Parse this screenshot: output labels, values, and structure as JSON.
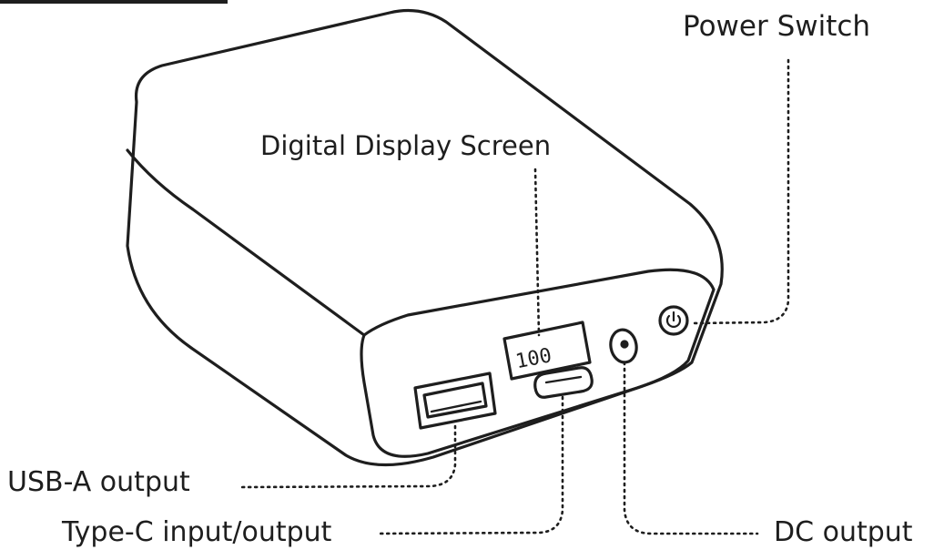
{
  "labels": {
    "power_switch": "Power Switch",
    "display_screen": "Digital Display Screen",
    "usb_a": "USB-A output",
    "type_c": "Type-C input/output",
    "dc": "DC output"
  },
  "display_readout": "100",
  "colors": {
    "line": "#1e1e1e",
    "background": "#ffffff"
  },
  "icons": [
    "power-icon"
  ]
}
